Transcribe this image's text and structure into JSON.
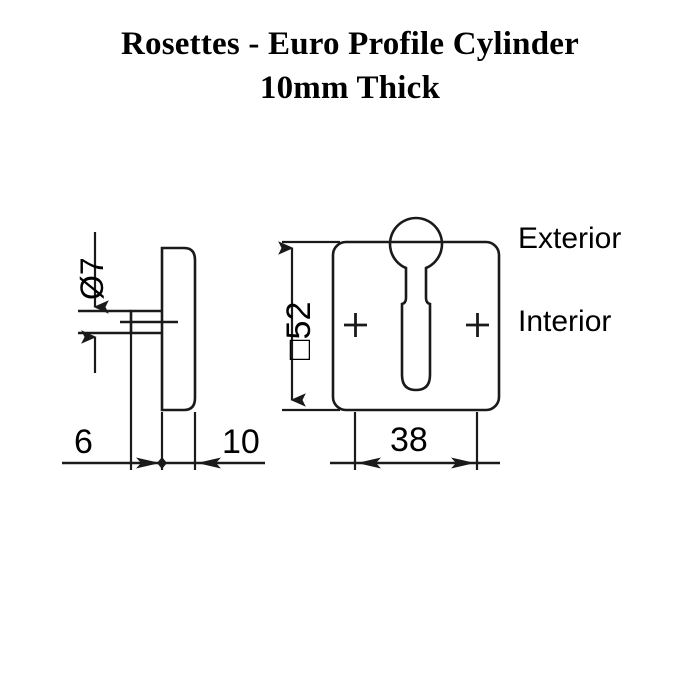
{
  "title": {
    "line1": "Rosettes - Euro Profile Cylinder",
    "line2": "10mm Thick"
  },
  "dimensions": {
    "hole_diameter": "Ø7",
    "plate_height": "□52",
    "spindle_offset": "6",
    "thickness": "10",
    "cylinder_width": "38"
  },
  "labels": {
    "exterior": "Exterior",
    "interior": "Interior"
  },
  "colors": {
    "line": "#1a1a1a",
    "background": "#ffffff",
    "text": "#000000"
  },
  "drawing": {
    "side_view_name": "side-profile-view",
    "front_view_name": "front-rosette-view",
    "keyhole_name": "euro-profile-keyhole",
    "fixing_mark_left": "+",
    "fixing_mark_right": "+"
  }
}
